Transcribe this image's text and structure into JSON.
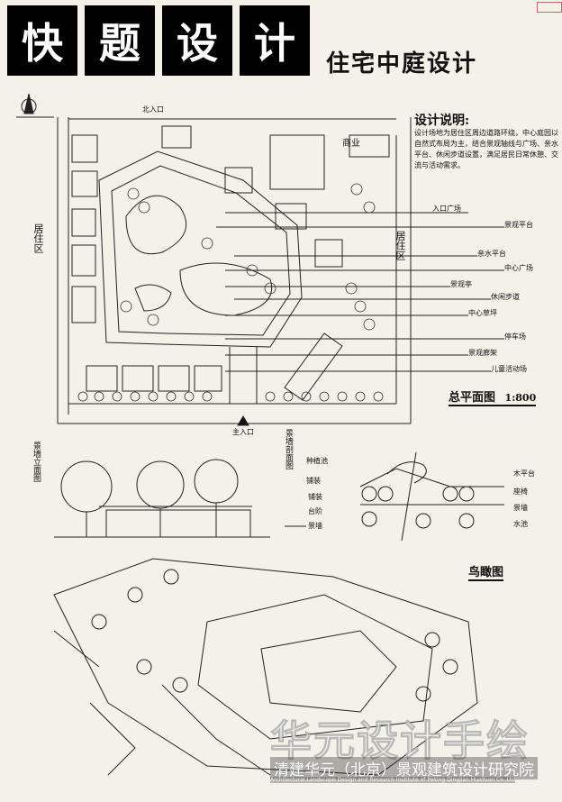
{
  "title": {
    "chars": [
      "快",
      "题",
      "设",
      "计"
    ]
  },
  "subtitle": "住宅中庭设计",
  "badge": "",
  "design_notes": {
    "title": "设计说明:",
    "body": "设计场地为居住区周边道路环绕，中心庭园以自然式布局为主，结合景观轴线与广场、亲水平台、休闲步道设置，满足居民日常休憩、交流与活动需求。"
  },
  "plan": {
    "north_entry_label": "北入口",
    "south_entry_label": "主入口",
    "left_area_label": "居住区",
    "right_area_label": "居住区",
    "top_right_label": "商业",
    "callouts": [
      "入口广场",
      "景观平台",
      "亲水平台",
      "中心广场",
      "景观亭",
      "休闲步道",
      "中心草坪",
      "停车场",
      "景观廊架",
      "儿童活动场"
    ],
    "title": "总平面图",
    "scale": "1:800"
  },
  "elevation": {
    "label": "景墙立面图",
    "section_label": "景墙剖面图",
    "callouts": [
      "景墙",
      "台阶",
      "铺装"
    ]
  },
  "detail": {
    "callouts": [
      "种植池",
      "木平台",
      "座椅",
      "景墙",
      "水池",
      "铺装"
    ]
  },
  "aerial": {
    "title": "鸟瞰图"
  },
  "watermark": {
    "main": "华元设计手绘",
    "sub": "清建华元（北京）景观建筑设计研究院",
    "en": "Architectural,Landscape Design and Research Institute of Peking Qingjian HuaYuan Co.,Ltd"
  }
}
